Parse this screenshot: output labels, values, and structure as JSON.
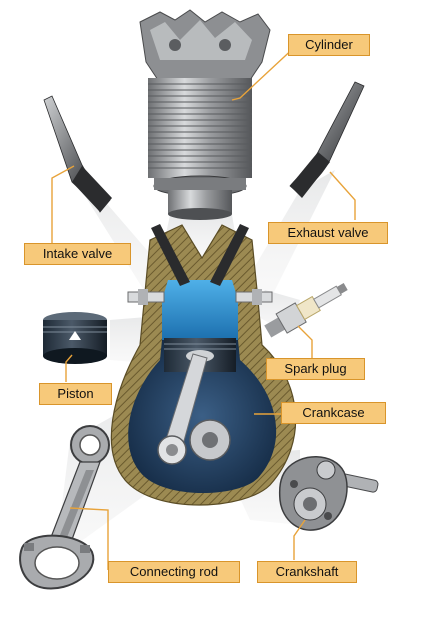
{
  "labels": {
    "cylinder": "Cylinder",
    "intake_valve": "Intake valve",
    "exhaust_valve": "Exhaust valve",
    "spark_plug": "Spark plug",
    "piston": "Piston",
    "crankcase": "Crankcase",
    "connecting_rod": "Connecting rod",
    "crankshaft": "Crankshaft"
  },
  "colors": {
    "label_fill": "#f7c97a",
    "label_border": "#d9952b",
    "leader_line": "#e8a33a",
    "crankcase_wall": "#8a7a4a",
    "combustion_chamber": "#2f8fd0",
    "crankcase_interior": "#1f3a5a",
    "metal": "#a8aaad"
  }
}
